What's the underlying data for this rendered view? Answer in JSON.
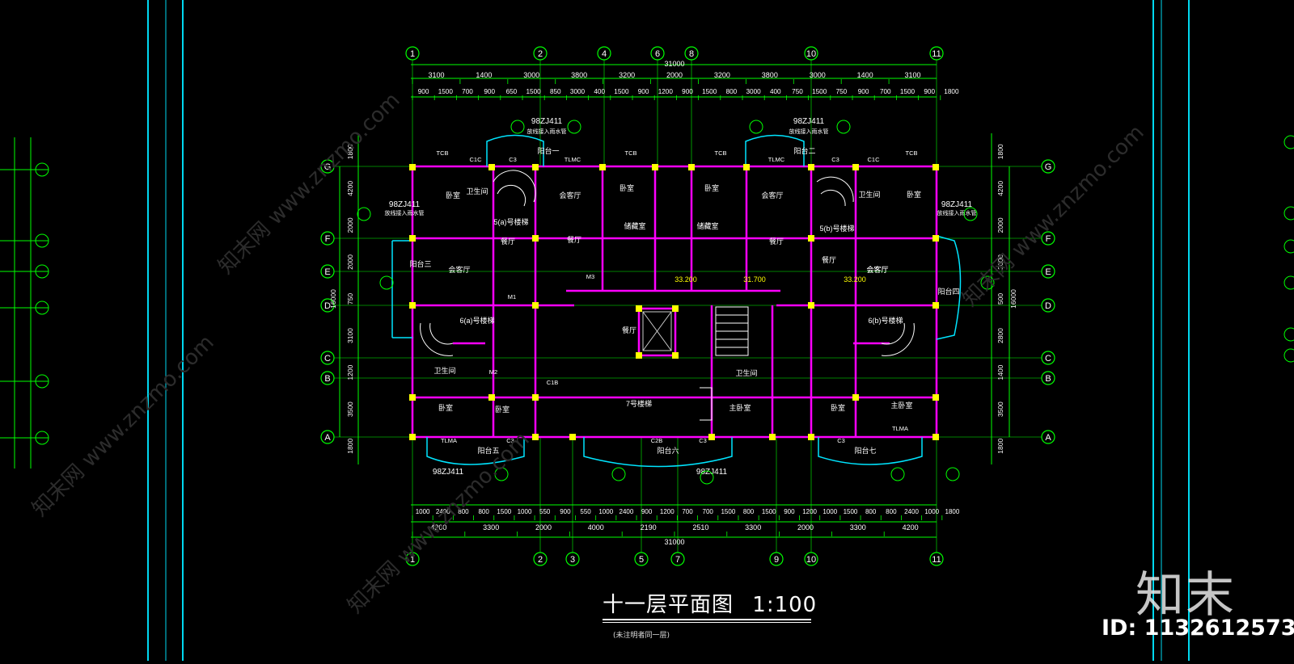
{
  "drawing": {
    "title": "十一层平面图",
    "scale": "1:100",
    "note": "(未注明者同一层)",
    "axes_top": [
      "1",
      "2",
      "4",
      "6",
      "8",
      "10",
      "11"
    ],
    "axes_bottom": [
      "1",
      "2",
      "3",
      "5",
      "7",
      "9",
      "10",
      "11"
    ],
    "axes_rows": [
      "G",
      "F",
      "E",
      "D",
      "C",
      "B",
      "A"
    ],
    "overall_dims": [
      "31000",
      "31000",
      "16000",
      "16000"
    ],
    "dims_top_row1": [
      "3100",
      "1400",
      "3000",
      "3800",
      "3200",
      "2000",
      "3200",
      "3800",
      "3000",
      "1400",
      "3100"
    ],
    "dims_top_row2": [
      "900",
      "1500",
      "700",
      "900",
      "650",
      "1500",
      "850",
      "3000",
      "400",
      "1500",
      "900",
      "1200",
      "900",
      "1500",
      "800",
      "3000",
      "400",
      "750",
      "1500",
      "750",
      "900",
      "700",
      "1500",
      "900",
      "1800"
    ],
    "dims_bottom_row1": [
      "1000",
      "2400",
      "800",
      "800",
      "1500",
      "1000",
      "550",
      "900",
      "550",
      "1000",
      "2400",
      "900",
      "1200",
      "700",
      "700",
      "1500",
      "800",
      "1500",
      "900",
      "1200",
      "1000",
      "1500",
      "800",
      "800",
      "2400",
      "1000",
      "1800"
    ],
    "dims_bottom_row2": [
      "4200",
      "3300",
      "2000",
      "4000",
      "2190",
      "2510",
      "3300",
      "2000",
      "3300",
      "4200"
    ],
    "dims_left": [
      "1800",
      "4200",
      "2000",
      "2000",
      "750",
      "3100",
      "1200",
      "3500",
      "1800"
    ],
    "dims_right": [
      "1800",
      "4200",
      "2000",
      "2000",
      "500",
      "2800",
      "1400",
      "3500",
      "1800"
    ],
    "references": [
      "98ZJ411",
      "98ZJ411",
      "98ZJ411",
      "98ZJ411",
      "98ZJ411",
      "98ZJ411"
    ],
    "ref_caption": "放线接入雨水管",
    "rooms": [
      "卧室",
      "卫生间",
      "会客厅",
      "卧室",
      "储藏室",
      "储藏室",
      "卧室",
      "会客厅",
      "卫生间",
      "卧室",
      "餐厅",
      "餐厅",
      "会客厅",
      "餐厅",
      "餐厅",
      "会客厅",
      "餐厅",
      "会客厅",
      "7号楼梯",
      "卧室",
      "卧室",
      "主卧室",
      "卧室",
      "主卧室",
      "卫生间",
      "卫生间",
      "阳台一",
      "阳台二",
      "阳台五",
      "阳台六",
      "阳台七",
      "阳台四",
      "阳台三",
      "5(a)号楼梯",
      "5(b)号楼梯",
      "6(a)号楼梯",
      "6(b)号楼梯"
    ],
    "elevations": [
      "33.200",
      "31.700",
      "33.200"
    ],
    "windows": [
      "TCB",
      "C1C",
      "C3",
      "TLMC",
      "TCB",
      "TCB",
      "TLMC",
      "C3",
      "C1C",
      "TCB",
      "TLMA",
      "C3",
      "C2B",
      "C3",
      "TLMA",
      "C3",
      "M1",
      "M2",
      "M3",
      "C1B"
    ]
  },
  "branding": {
    "logo_text": "知末",
    "id_label": "ID: 1132612573",
    "watermark": "知末网 www.znzmo.com"
  },
  "colors": {
    "background": "#000000",
    "wall": "#ff00ff",
    "dimension": "#00ff00",
    "column": "#ffff00",
    "frame": "#00e5ff",
    "text": "#ffffff"
  }
}
